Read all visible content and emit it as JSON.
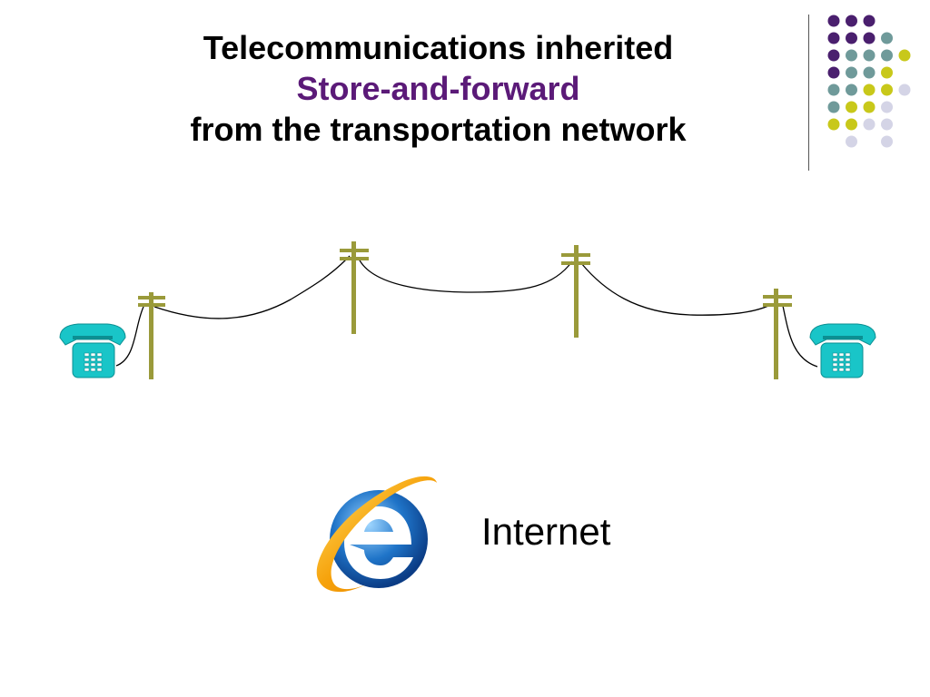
{
  "title": {
    "line1": "Telecommunications inherited",
    "line2": "Store-and-forward",
    "line3": "from the transportation network"
  },
  "colors": {
    "accent": "#5b1a78",
    "pole": "#9a9a3a",
    "phone": "#19c5c8",
    "dot_purple": "#4a1f6e",
    "dot_teal": "#6f9a9a",
    "dot_yellow": "#c8c81a",
    "dot_lavender": "#d4d4e6"
  },
  "decoration": {
    "dot_grid": [
      [
        "purple",
        "purple",
        "purple",
        "none",
        "none"
      ],
      [
        "purple",
        "purple",
        "purple",
        "teal",
        "none"
      ],
      [
        "purple",
        "teal",
        "teal",
        "teal",
        "yellow"
      ],
      [
        "purple",
        "teal",
        "teal",
        "yellow",
        "none"
      ],
      [
        "teal",
        "teal",
        "yellow",
        "yellow",
        "lavender"
      ],
      [
        "teal",
        "yellow",
        "yellow",
        "lavender",
        "none"
      ],
      [
        "yellow",
        "yellow",
        "lavender",
        "lavender",
        "none"
      ],
      [
        "none",
        "lavender",
        "none",
        "lavender",
        "none"
      ]
    ]
  },
  "diagram": {
    "left_icon": "telephone-icon",
    "right_icon": "telephone-icon",
    "pole_icon": "telephone-pole-icon",
    "pole_count": 4
  },
  "internet": {
    "label": "Internet",
    "icon": "internet-explorer-logo-icon"
  }
}
